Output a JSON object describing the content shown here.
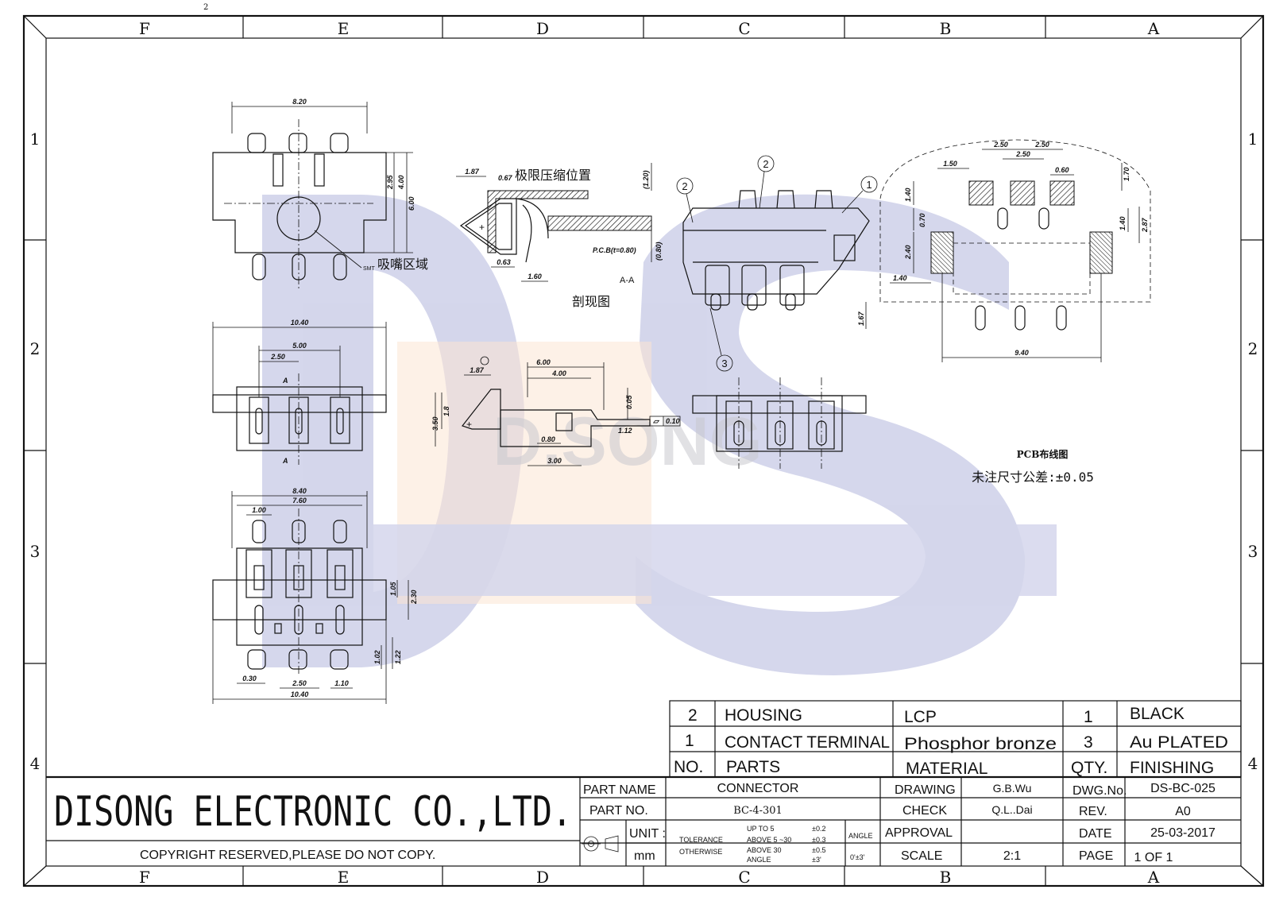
{
  "grid": {
    "columns": [
      "F",
      "E",
      "D",
      "C",
      "B",
      "A"
    ],
    "rows": [
      "1",
      "2",
      "3",
      "4"
    ],
    "corner_mark": "2"
  },
  "watermark": {
    "text": "D.SONG",
    "colors": {
      "blue": "#3f48a8",
      "orange": "#f28a3c"
    }
  },
  "annotations": {
    "nozzle_area": "吸嘴区域",
    "smt": "SMT",
    "limit_compression": "极限压缩位置",
    "section_view": "剖现图",
    "section_label": "A-A",
    "pcb": "P.C.B(t=0.80)",
    "pcb_layout": "PCB布线图",
    "tolerance_note": "未注尺寸公差:±0.05",
    "callouts": [
      "1",
      "2",
      "2",
      "3"
    ],
    "section_mark": "A"
  },
  "dimensions": {
    "top_view": [
      "8.20",
      "2.95",
      "4.00",
      "6.00"
    ],
    "front_view": [
      "10.40",
      "5.00",
      "2.50"
    ],
    "bottom_view": [
      "8.40",
      "7.60",
      "1.00",
      "1.05",
      "2.30",
      "1.02",
      "1.22",
      "0.30",
      "2.50",
      "1.10",
      "10.40"
    ],
    "section": [
      "1.87",
      "0.67",
      "(1.20)",
      "(0.80)",
      "0.63",
      "1.60"
    ],
    "side_view": [
      "6.00",
      "4.00",
      "1.87",
      "1.8",
      "3.50",
      "0.05",
      "0.10",
      "1.12",
      "0.80",
      "3.00"
    ],
    "pcb_layout": [
      "2.50",
      "2.50",
      "2.50",
      "1.50",
      "0.60",
      "1.70",
      "1.40",
      "0.70",
      "1.40",
      "2.87",
      "2.40",
      "1.40",
      "1.67",
      "9.40"
    ]
  },
  "bom": {
    "rows": [
      {
        "no": "2",
        "part": "HOUSING",
        "material": "LCP",
        "qty": "1",
        "finishing": "BLACK"
      },
      {
        "no": "1",
        "part": "CONTACT TERMINAL",
        "material": "Phosphor bronze",
        "qty": "3",
        "finishing": "Au PLATED"
      }
    ],
    "headers": {
      "no": "NO.",
      "part": "PARTS",
      "material": "MATERIAL",
      "qty": "QTY.",
      "finishing": "FINISHING"
    }
  },
  "title_block": {
    "company": "DISONG ELECTRONIC CO.,LTD.",
    "copyright": "COPYRIGHT RESERVED,PLEASE DO NOT COPY.",
    "part_name_label": "PART NAME",
    "part_name": "CONNECTOR",
    "part_no_label": "PART NO.",
    "part_no": "BC-4-301",
    "unit_label": "UNIT :",
    "unit": "mm",
    "tolerance_label": [
      "TOLERANCE",
      "OTHERWISE"
    ],
    "tolerances": [
      {
        "range": "UP TO 5",
        "value": "±0.2"
      },
      {
        "range": "ABOVE 5 ~30",
        "value": "±0.3"
      },
      {
        "range": "ABOVE 30",
        "value": "±0.5"
      },
      {
        "range": "ANGLE",
        "value": "±3'"
      }
    ],
    "angle_label": "ANGLE",
    "angle_value": "0'±3'",
    "drawing_label": "DRAWING",
    "drawing": "G.B.Wu",
    "check_label": "CHECK",
    "check": "Q.L..Dai",
    "approval_label": "APPROVAL",
    "approval": "",
    "scale_label": "SCALE",
    "scale": "2:1",
    "dwg_no_label": "DWG.No.",
    "dwg_no": "DS-BC-025",
    "rev_label": "REV.",
    "rev": "A0",
    "date_label": "DATE",
    "date": "25-03-2017",
    "page_label": "PAGE",
    "page": "1 OF 1"
  }
}
